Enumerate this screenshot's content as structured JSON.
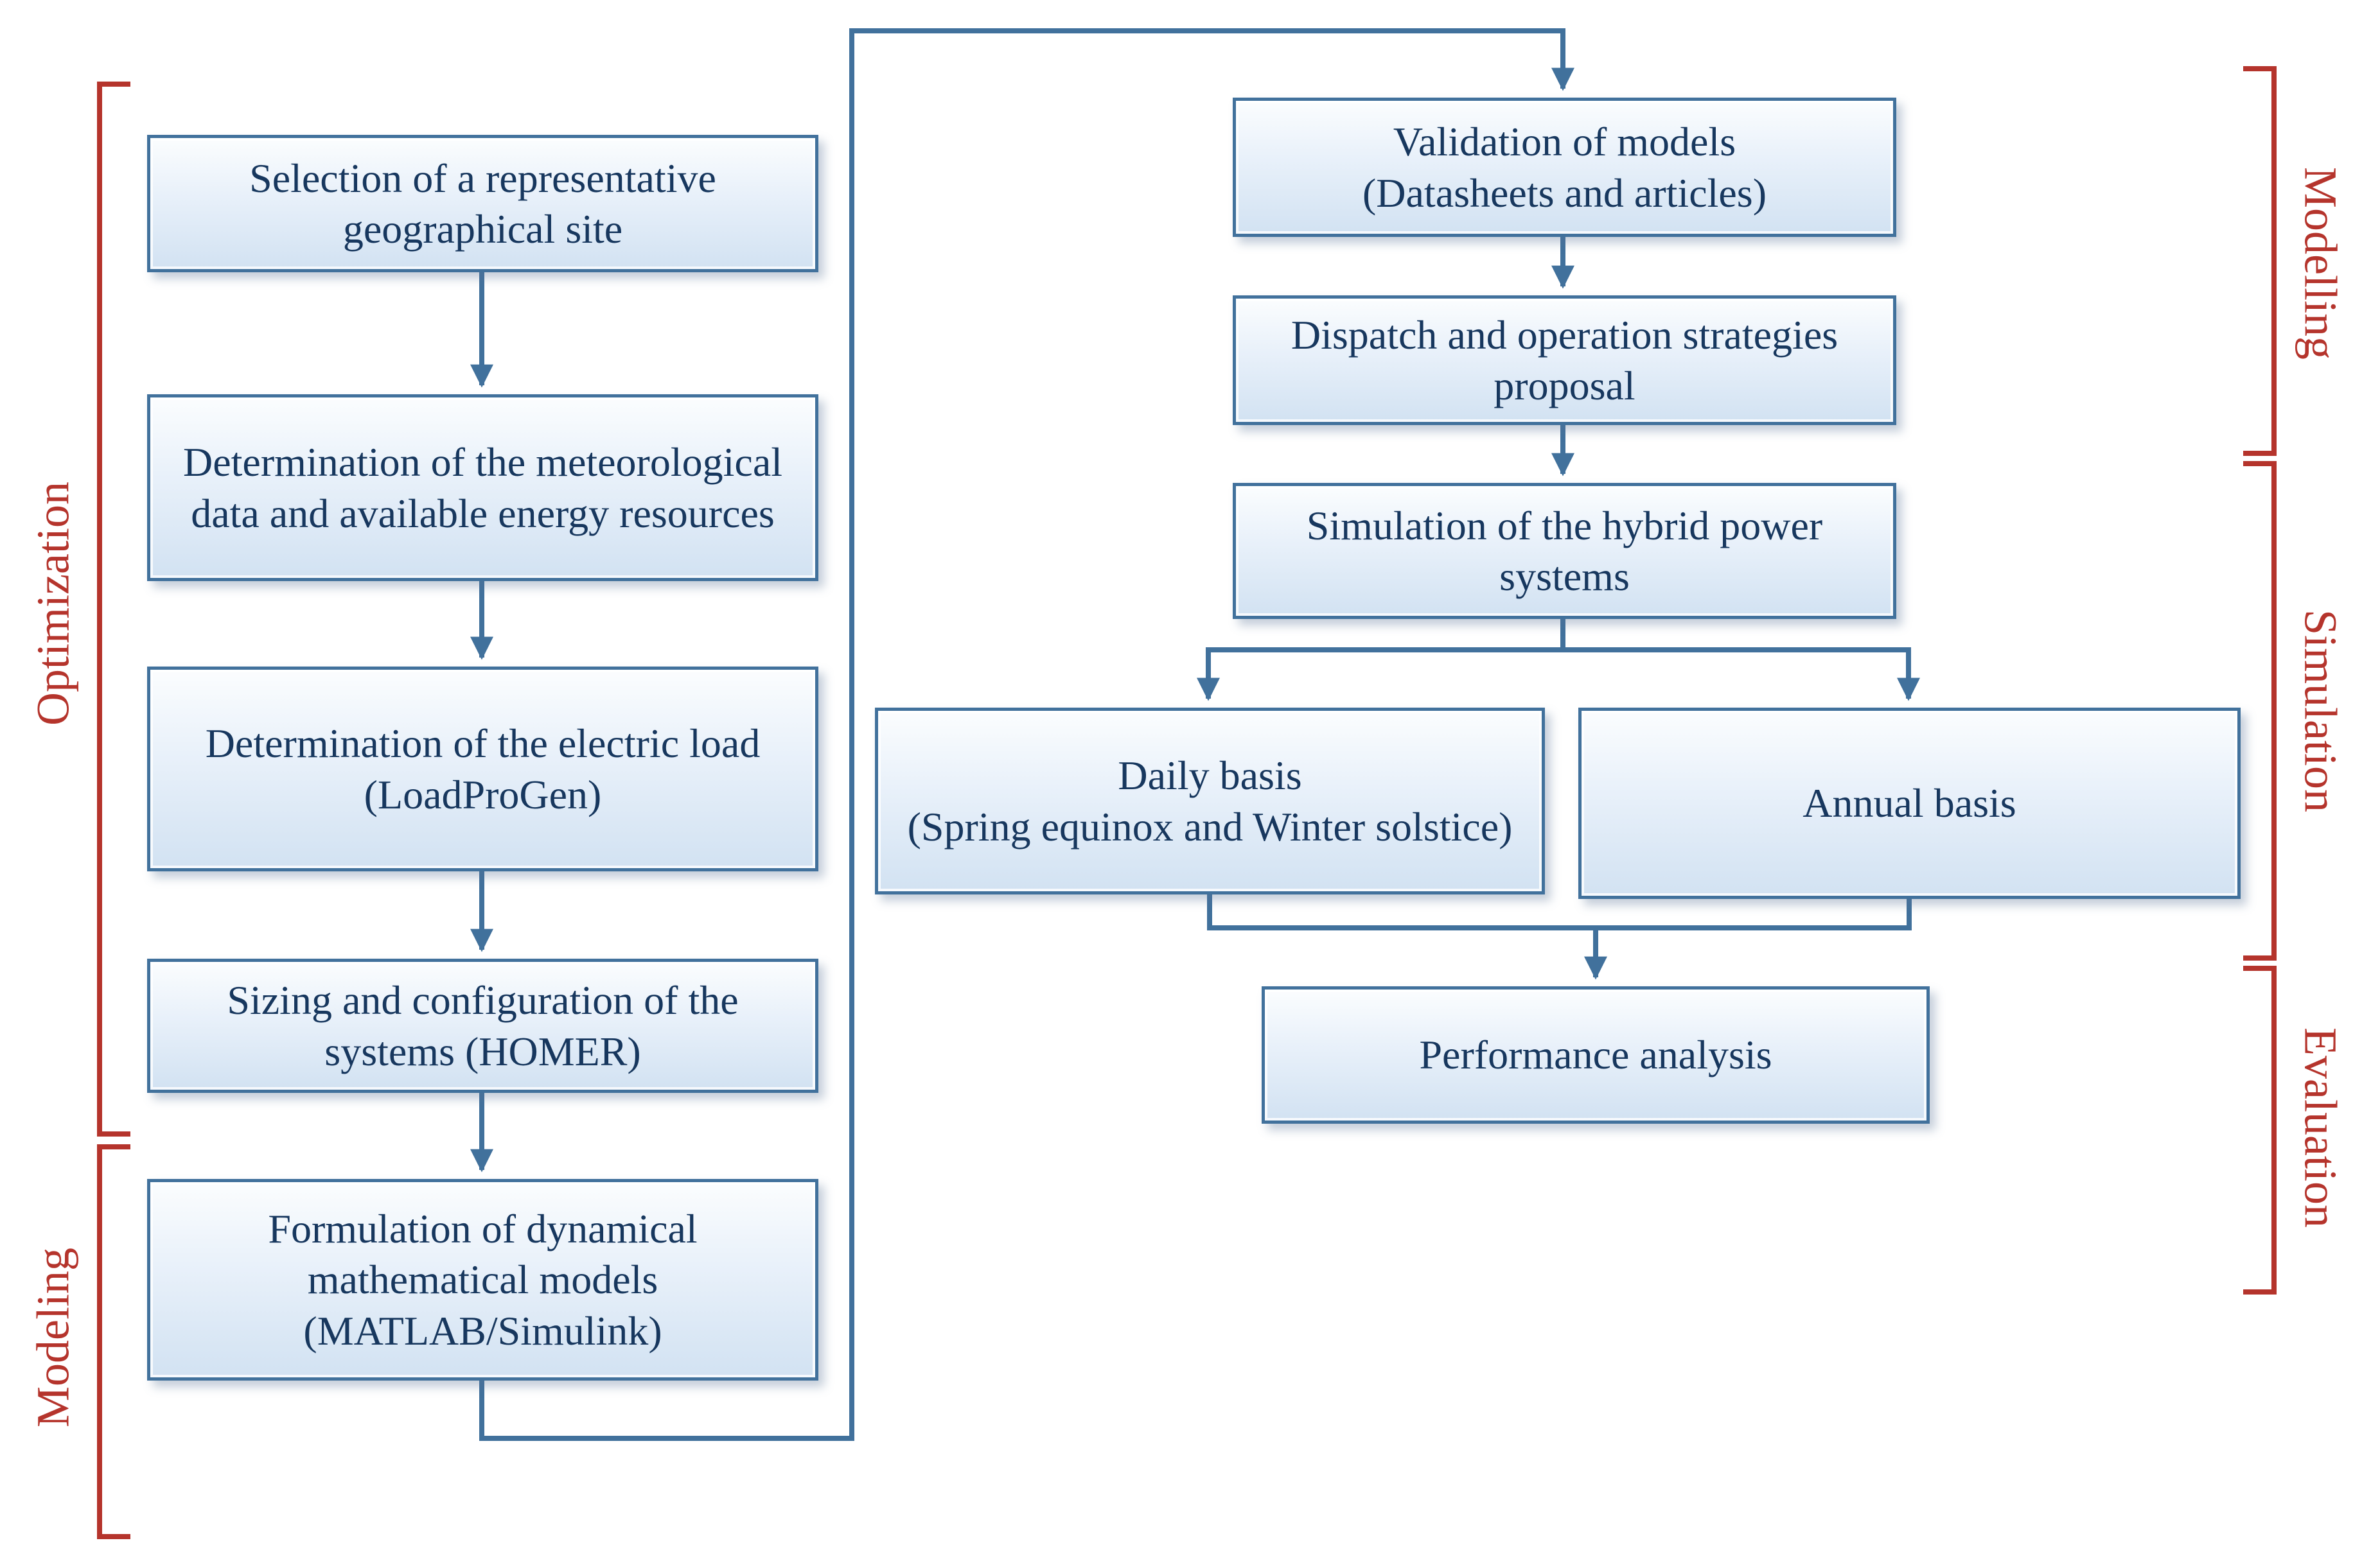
{
  "palette": {
    "box_border": "#41719c",
    "box_fill_top": "#fbfdfe",
    "box_fill_bottom": "#d2e2f2",
    "arrow": "#41719c",
    "bracket": "#b5342c",
    "box_text": "#17375e"
  },
  "left_column": {
    "boxes": [
      {
        "label": "Selection of a representative geographical site"
      },
      {
        "label": "Determination of the meteorological data and available energy resources"
      },
      {
        "label": "Determination of the electric load\n(LoadProGen)"
      },
      {
        "label": "Sizing and configuration of the systems (HOMER)"
      },
      {
        "label": "Formulation of dynamical mathematical models\n(MATLAB/Simulink)"
      }
    ]
  },
  "right_column": {
    "boxes": [
      {
        "label": "Validation of models\n(Datasheets and articles)"
      },
      {
        "label": "Dispatch and operation strategies proposal"
      },
      {
        "label": "Simulation of the hybrid power systems"
      }
    ],
    "branches": [
      {
        "label": "Daily basis\n(Spring equinox and Winter solstice)"
      },
      {
        "label": "Annual basis"
      }
    ],
    "final": {
      "label": "Performance analysis"
    }
  },
  "brackets": {
    "left": [
      {
        "label": "Optimization"
      },
      {
        "label": "Modeling"
      }
    ],
    "right": [
      {
        "label": "Modelling"
      },
      {
        "label": "Simulation"
      },
      {
        "label": "Evaluation"
      }
    ]
  }
}
